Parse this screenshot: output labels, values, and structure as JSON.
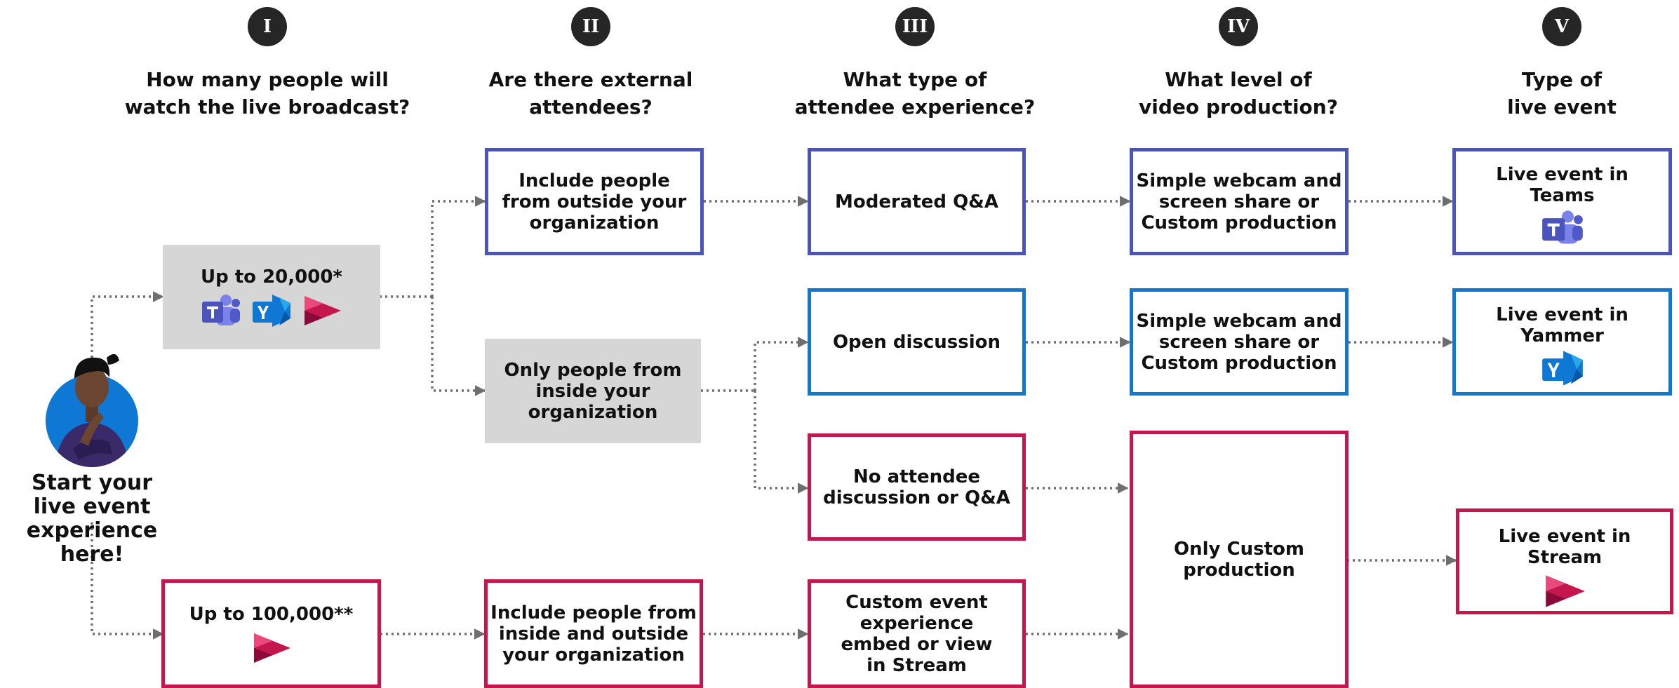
{
  "columns": [
    {
      "numeral": "I",
      "heading": "How many people will\nwatch the live broadcast?"
    },
    {
      "numeral": "II",
      "heading": "Are there external\nattendees?"
    },
    {
      "numeral": "III",
      "heading": "What type of\nattendee experience?"
    },
    {
      "numeral": "IV",
      "heading": "What level of\nvideo production?"
    },
    {
      "numeral": "V",
      "heading": "Type of\nlive event"
    }
  ],
  "start": {
    "label": "Start your\nlive event\nexperience here!"
  },
  "audience": {
    "up_20000": "Up to 20,000*",
    "up_100000": "Up to 100,000**"
  },
  "external": {
    "outside": "Include people\nfrom outside your\norganization",
    "inside_only": "Only people from\ninside your\norganization",
    "inside_and_outside": "Include people from\ninside and outside\nyour organization"
  },
  "experience": {
    "moderated": "Moderated Q&A",
    "open": "Open discussion",
    "none": "No attendee\ndiscussion or Q&A",
    "custom": "Custom event\nexperience\nembed or view\nin Stream"
  },
  "production": {
    "simple_1": "Simple webcam and\nscreen share or\nCustom production",
    "simple_2": "Simple webcam and\nscreen share or\nCustom production",
    "custom_only": "Only Custom\nproduction"
  },
  "event_type": {
    "teams": "Live event in\nTeams",
    "yammer": "Live event in\nYammer",
    "stream": "Live event in\nStream"
  },
  "colors": {
    "teams_blue": "#4b53bc",
    "yammer_blue": "#0f78d4",
    "stream_crimson": "#c3174d",
    "gray_box": "#d6d6d6",
    "numeral_circle": "#262626",
    "connector": "#6e6e6e"
  },
  "icons": [
    "teams-icon",
    "yammer-icon",
    "stream-icon",
    "person-thinking-icon",
    "arrow-icon"
  ]
}
